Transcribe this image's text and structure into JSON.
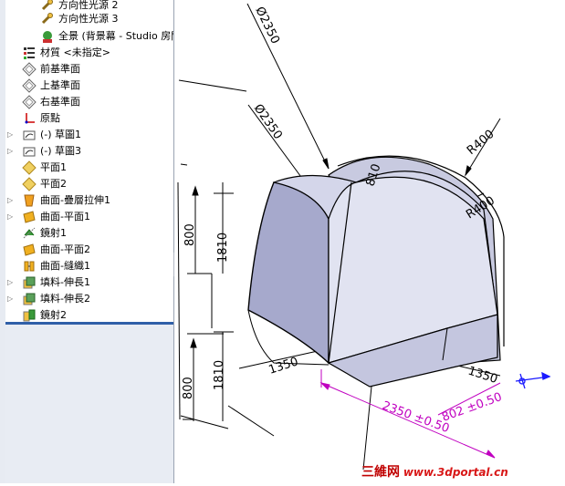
{
  "feature_tree": {
    "items": [
      {
        "label": "方向性光源 2",
        "icon": "directional-light-icon",
        "expandable": false,
        "sub": true
      },
      {
        "label": "方向性光源 3",
        "icon": "directional-light-icon",
        "expandable": false,
        "sub": true
      },
      {
        "label": "全景 (背景幕 - Studio 房間)",
        "icon": "scene-icon",
        "expandable": false,
        "sub": true
      },
      {
        "label": "材質 <未指定>",
        "icon": "material-icon",
        "expandable": false
      },
      {
        "label": "前基準面",
        "icon": "plane-icon",
        "expandable": false
      },
      {
        "label": "上基準面",
        "icon": "plane-icon",
        "expandable": false
      },
      {
        "label": "右基準面",
        "icon": "plane-icon",
        "expandable": false
      },
      {
        "label": "原點",
        "icon": "origin-icon",
        "expandable": false
      },
      {
        "label": "(-) 草圖1",
        "icon": "sketch-icon",
        "expandable": true
      },
      {
        "label": "(-) 草圖3",
        "icon": "sketch-icon",
        "expandable": true
      },
      {
        "label": "平面1",
        "icon": "ref-plane-icon",
        "expandable": false
      },
      {
        "label": "平面2",
        "icon": "ref-plane-icon",
        "expandable": false
      },
      {
        "label": "曲面-疊層拉伸1",
        "icon": "surface-loft-icon",
        "expandable": true
      },
      {
        "label": "曲面-平面1",
        "icon": "planar-surface-icon",
        "expandable": true
      },
      {
        "label": "鏡射1",
        "icon": "mirror-icon",
        "expandable": false
      },
      {
        "label": "曲面-平面2",
        "icon": "planar-surface-icon",
        "expandable": false
      },
      {
        "label": "曲面-縫織1",
        "icon": "knit-icon",
        "expandable": false
      },
      {
        "label": "填料-伸長1",
        "icon": "extrude-icon",
        "expandable": true
      },
      {
        "label": "填料-伸長2",
        "icon": "extrude-icon",
        "expandable": true
      },
      {
        "label": "鏡射2",
        "icon": "mirror-body-icon",
        "expandable": false
      }
    ]
  },
  "dimensions": {
    "d1": "Ø2350",
    "d2": "Ø2350",
    "r1": "R400",
    "r2": "R400",
    "v1": "810",
    "v2": "800",
    "v3": "1810",
    "v4": "800",
    "v5": "1810",
    "h1": "1350",
    "h2": "1350",
    "tol1": "2350 ±0.50",
    "tol2": "802 ±0.50"
  },
  "watermark": {
    "cn": "三維网",
    "url": "www.3dportal.cn"
  },
  "colors": {
    "tolerance_dim": "#c000c0",
    "triad": "#1a1aff",
    "model_face": "#b8bad6",
    "watermark": "#cc0000"
  }
}
